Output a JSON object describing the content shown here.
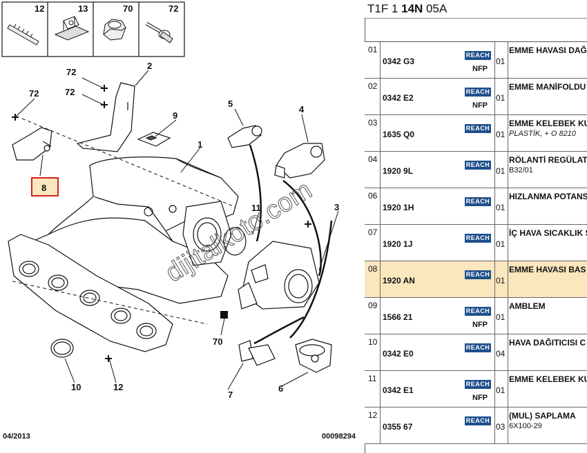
{
  "thumbnails": [
    {
      "number": "12",
      "icon": "stud-bolt-icon"
    },
    {
      "number": "13",
      "icon": "bracket-clip-icon"
    },
    {
      "number": "70",
      "icon": "hex-nut-icon"
    },
    {
      "number": "72",
      "icon": "flange-screw-icon"
    }
  ],
  "callouts": {
    "c1": "1",
    "c2": "2",
    "c3": "3",
    "c4": "4",
    "c5": "5",
    "c6": "6",
    "c7": "7",
    "c8": "8",
    "c9": "9",
    "c10": "10",
    "c11": "11",
    "c12": "12",
    "c70": "70",
    "c72a": "72",
    "c72b": "72",
    "c72c": "72"
  },
  "watermark": "dijitalkoto.com",
  "footer": {
    "date": "04/2013",
    "drawing_ref": "00098294"
  },
  "doc": {
    "title_prefix": "T1F 1 ",
    "title_bold": "14N",
    "title_suffix": " 05A"
  },
  "reach_label": "REACH",
  "nfp_label": "NFP",
  "highlight_color": "#fbe7be",
  "rows": [
    {
      "index": "01",
      "ref": "0342 G3",
      "qty": "01",
      "desc1": "EMME HAVASI DAĞ",
      "desc2": "",
      "nfp": true,
      "highlight": false
    },
    {
      "index": "02",
      "ref": "0342 E2",
      "qty": "01",
      "desc1": "EMME MANİFOLDU",
      "desc2": "",
      "nfp": true,
      "highlight": false
    },
    {
      "index": "03",
      "ref": "1635 Q0",
      "qty": "01",
      "desc1": "EMME KELEBEK KU",
      "desc2": "PLASTİK, + O 8210",
      "italic": true,
      "nfp": false,
      "highlight": false
    },
    {
      "index": "04",
      "ref": "1920 9L",
      "qty": "01",
      "desc1": "RÖLANTİ REGÜLAT",
      "desc2": "B32/01",
      "nfp": false,
      "highlight": false
    },
    {
      "index": "06",
      "ref": "1920 1H",
      "qty": "01",
      "desc1": "HIZLANMA POTANS",
      "desc2": "",
      "nfp": false,
      "highlight": false
    },
    {
      "index": "07",
      "ref": "1920 1J",
      "qty": "01",
      "desc1": "İÇ HAVA SICAKLIK S",
      "desc2": "",
      "nfp": false,
      "highlight": false
    },
    {
      "index": "08",
      "ref": "1920 AN",
      "qty": "01",
      "desc1": "EMME HAVASI BAS",
      "desc2": "",
      "nfp": false,
      "highlight": true
    },
    {
      "index": "09",
      "ref": "1566 21",
      "qty": "01",
      "desc1": "AMBLEM",
      "desc2": "",
      "nfp": true,
      "highlight": false
    },
    {
      "index": "10",
      "ref": "0342 E0",
      "qty": "04",
      "desc1": "HAVA DAĞITICISI C",
      "desc2": "",
      "nfp": false,
      "highlight": false
    },
    {
      "index": "11",
      "ref": "0342 E1",
      "qty": "01",
      "desc1": "EMME KELEBEK KU",
      "desc2": "",
      "nfp": true,
      "highlight": false
    },
    {
      "index": "12",
      "ref": "0355 67",
      "qty": "03",
      "desc1": "(MUL) SAPLAMA",
      "desc2": "6X100-29",
      "nfp": false,
      "highlight": false
    }
  ]
}
